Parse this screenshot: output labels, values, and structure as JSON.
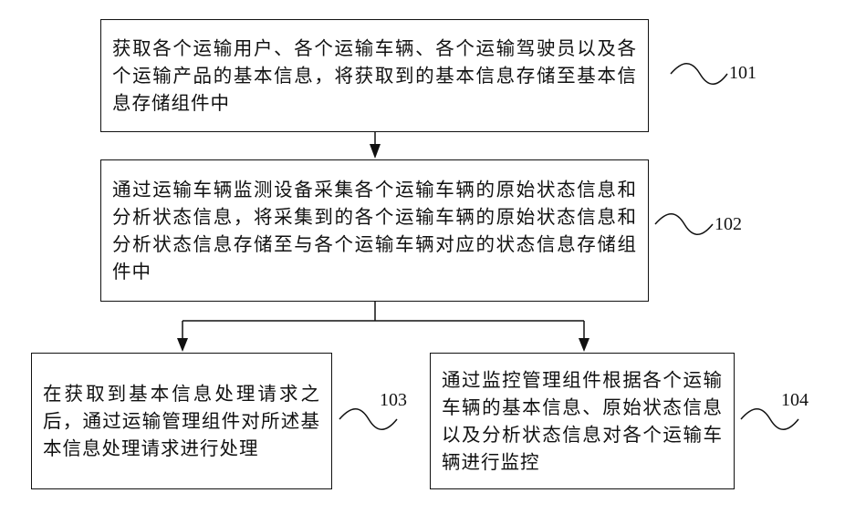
{
  "steps": [
    {
      "id": "101",
      "text": "获取各个运输用户、各个运输车辆、各个运输驾驶员以及各个运输产品的基本信息，将获取到的基本信息存储至基本信息存储组件中",
      "label": "101"
    },
    {
      "id": "102",
      "text": "通过运输车辆监测设备采集各个运输车辆的原始状态信息和分析状态信息，将采集到的各个运输车辆的原始状态信息和分析状态信息存储至与各个运输车辆对应的状态信息存储组件中",
      "label": "102"
    },
    {
      "id": "103",
      "text": "在获取到基本信息处理请求之后，通过运输管理组件对所述基本信息处理请求进行处理",
      "label": "103"
    },
    {
      "id": "104",
      "text": "通过监控管理组件根据各个运输车辆的基本信息、原始状态信息以及分析状态信息对各个运输车辆进行监控",
      "label": "104"
    }
  ],
  "colors": {
    "stroke": "#111111",
    "background": "#ffffff"
  }
}
